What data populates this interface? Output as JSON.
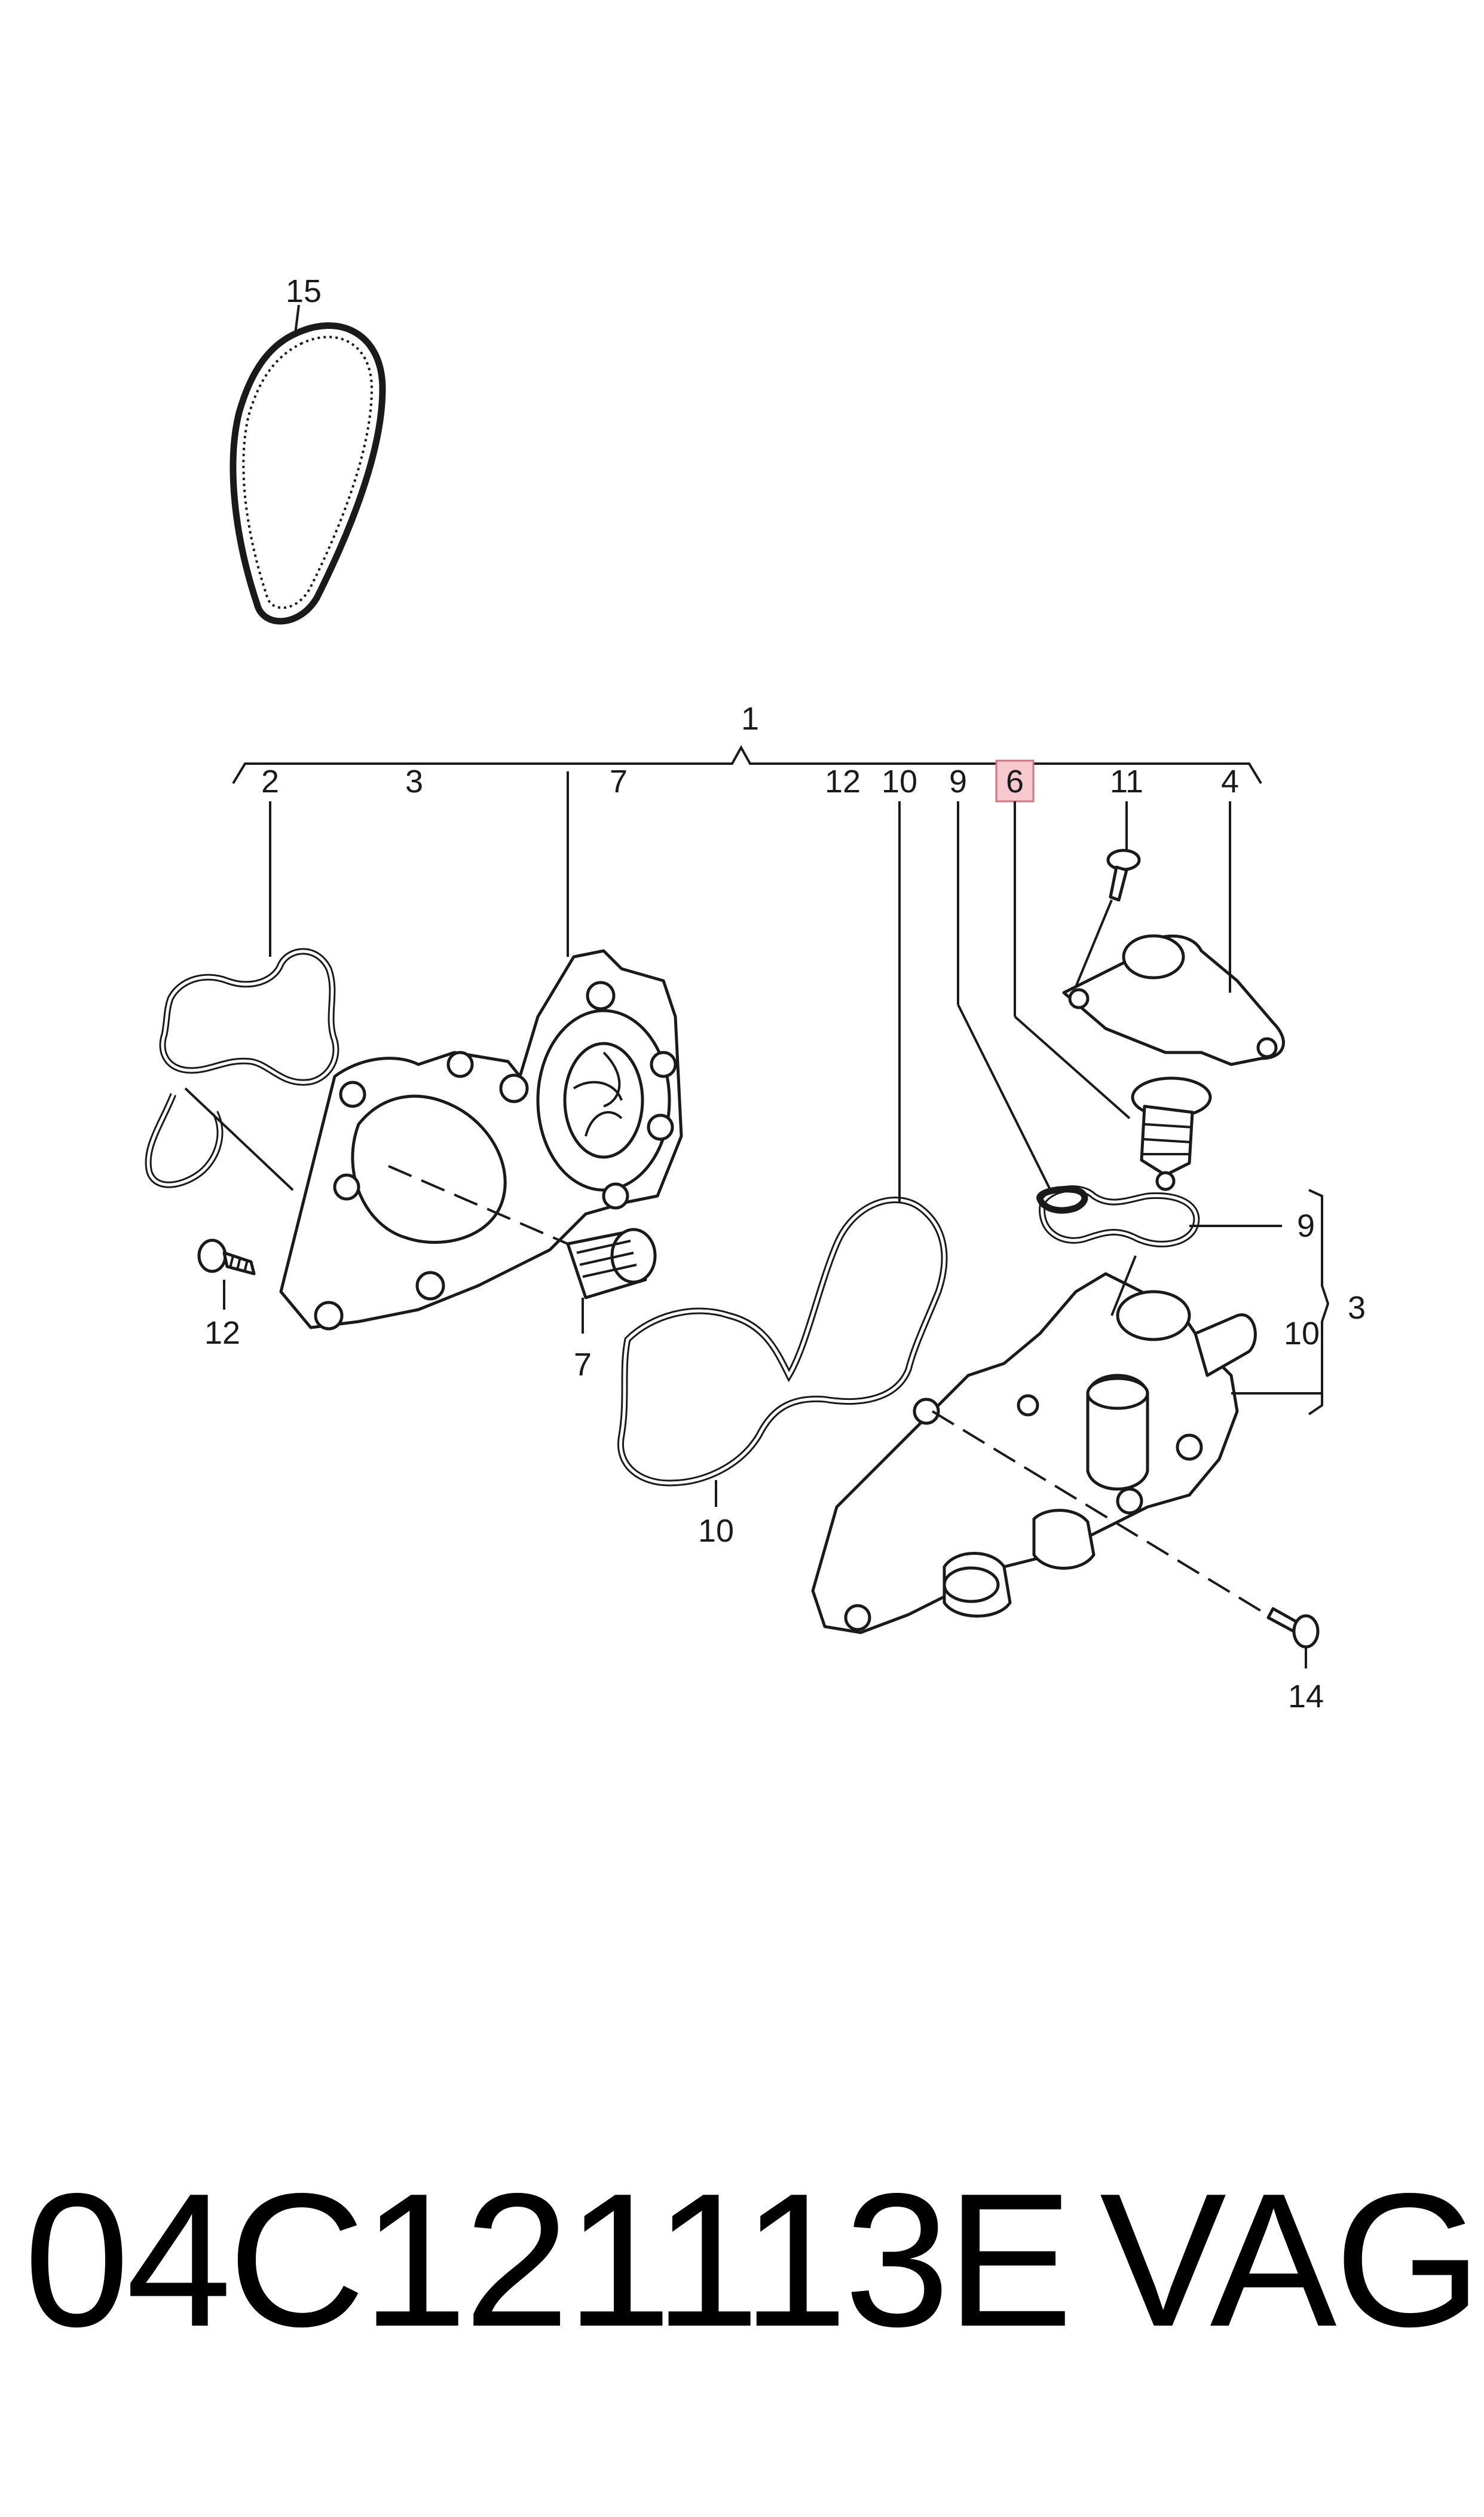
{
  "diagram": {
    "labels": {
      "l1": "1",
      "l2": "2",
      "l3_top": "3",
      "l7_top": "7",
      "l12_top": "12",
      "l10_top": "10",
      "l9_top": "9",
      "l6_top": "6",
      "l11_top": "11",
      "l4_top": "4",
      "l15": "15",
      "l12_bolt": "12",
      "l7_plug": "7",
      "l10_gasket": "10",
      "l9_right": "9",
      "l10_right": "10",
      "l3_right": "3",
      "l14": "14"
    },
    "highlighted_label": "6",
    "highlight_color": "#f6c9cf",
    "highlight_border": "#d9727f"
  },
  "footer": {
    "part_number": "04C121113E",
    "brand": "VAG"
  }
}
